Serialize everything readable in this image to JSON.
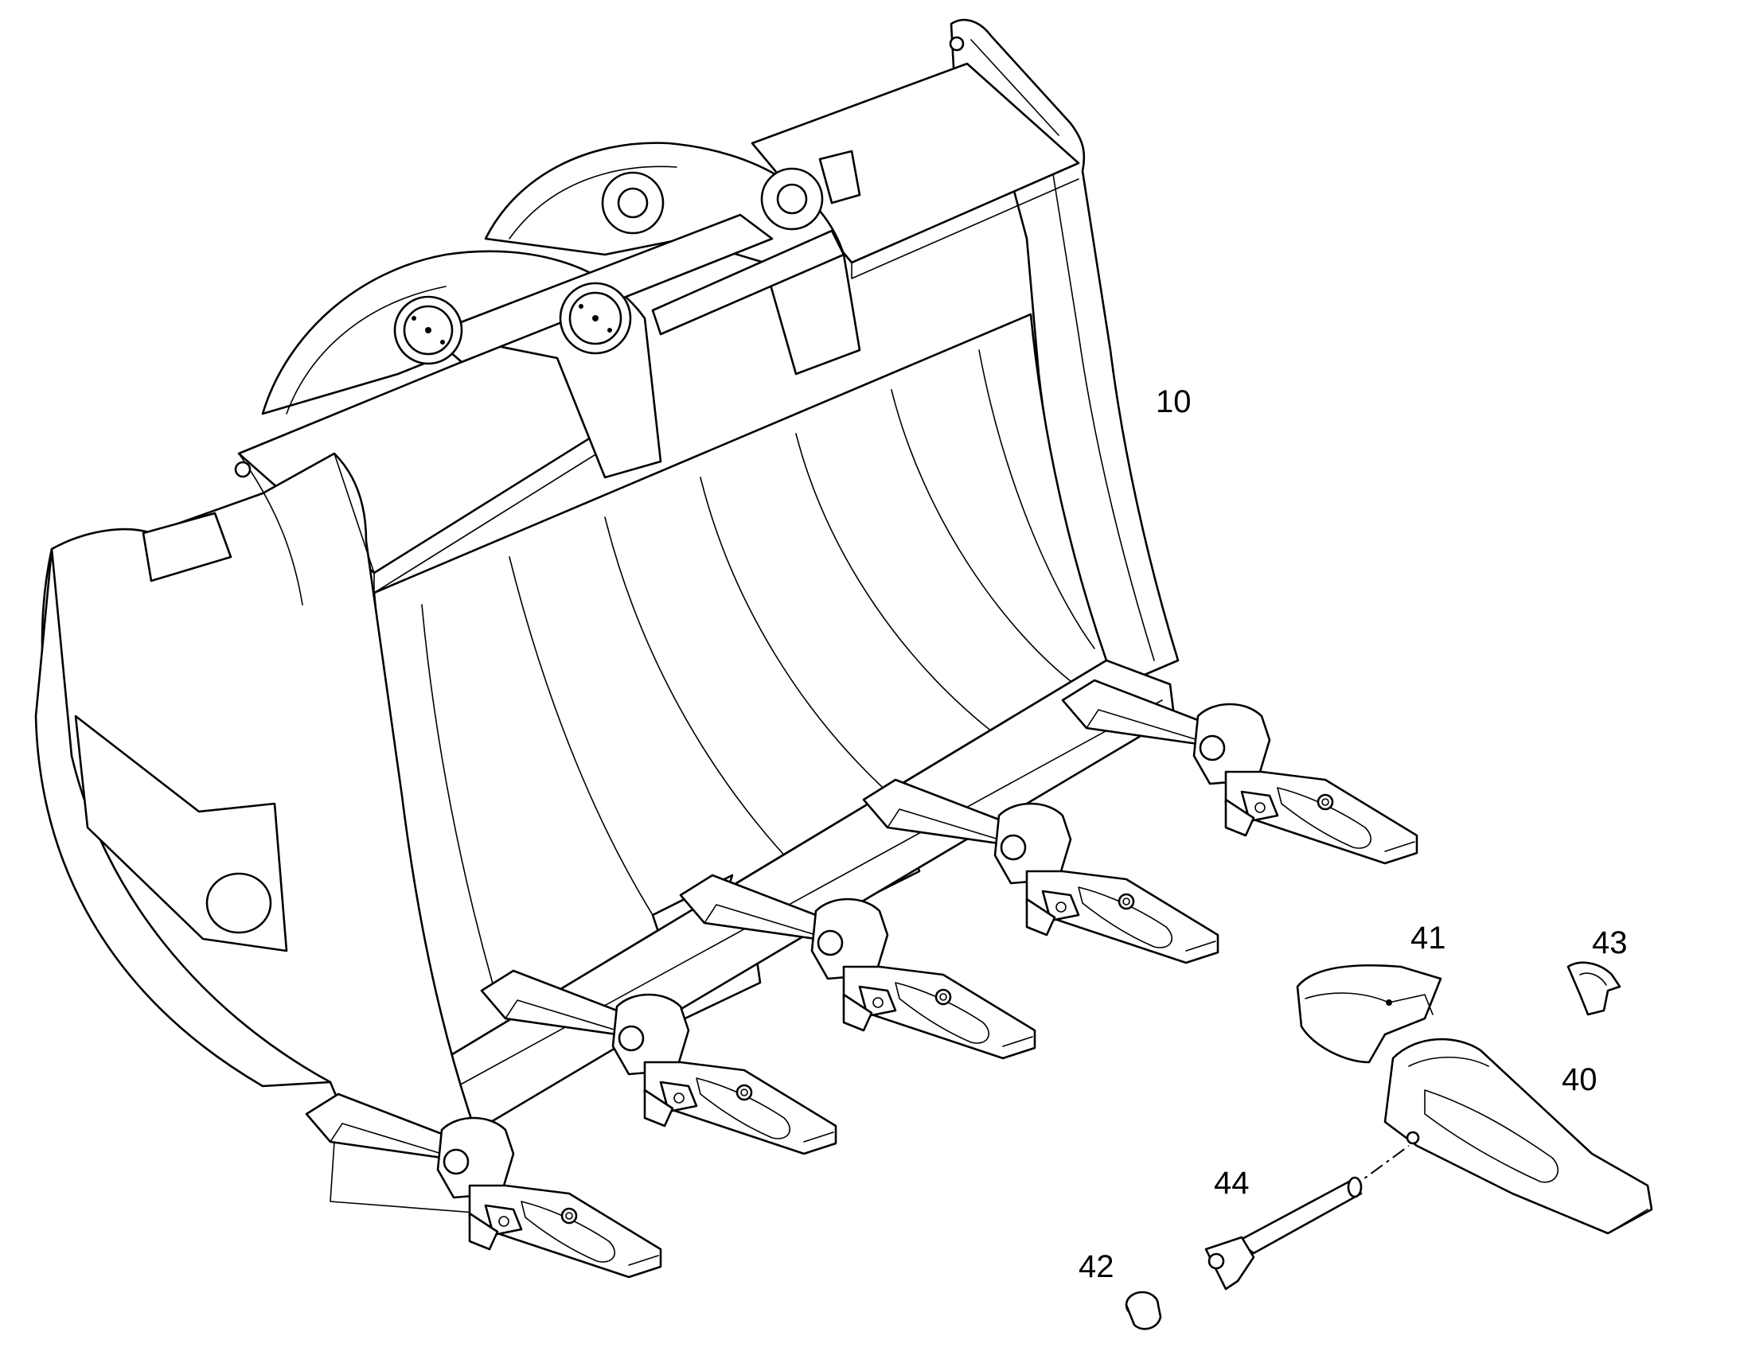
{
  "callouts": {
    "c10": "10",
    "c40": "40",
    "c41": "41",
    "c42": "42",
    "c43": "43",
    "c44": "44"
  },
  "colors": {
    "line": "#000000",
    "background": "#ffffff"
  }
}
